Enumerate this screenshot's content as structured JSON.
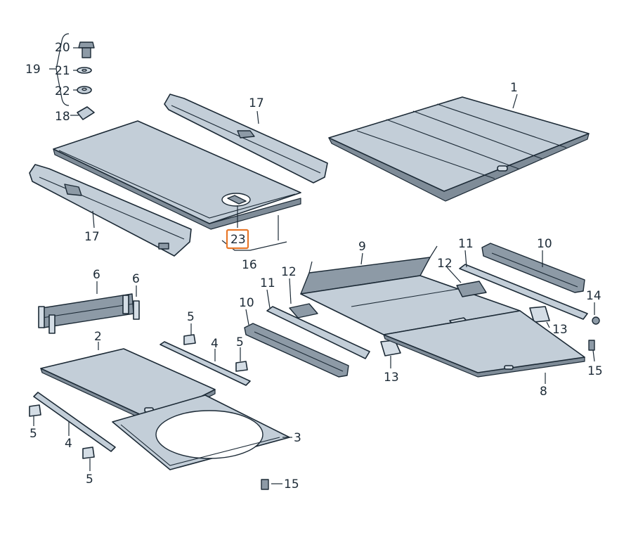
{
  "labels": {
    "l1": "1",
    "l2": "2",
    "l3": "3",
    "l4a": "4",
    "l4b": "4",
    "l5a": "5",
    "l5b": "5",
    "l5c": "5",
    "l5d": "5",
    "l6a": "6",
    "l6b": "6",
    "l8": "8",
    "l9": "9",
    "l10a": "10",
    "l10b": "10",
    "l11a": "11",
    "l11b": "11",
    "l12a": "12",
    "l12b": "12",
    "l13a": "13",
    "l13b": "13",
    "l14": "14",
    "l15a": "15",
    "l15b": "15",
    "l16": "16",
    "l17a": "17",
    "l17b": "17",
    "l18": "18",
    "l19": "19",
    "l20": "20",
    "l21": "21",
    "l22": "22",
    "l23": "23"
  },
  "highlight": {
    "label": "23",
    "color": "#e8782a"
  }
}
